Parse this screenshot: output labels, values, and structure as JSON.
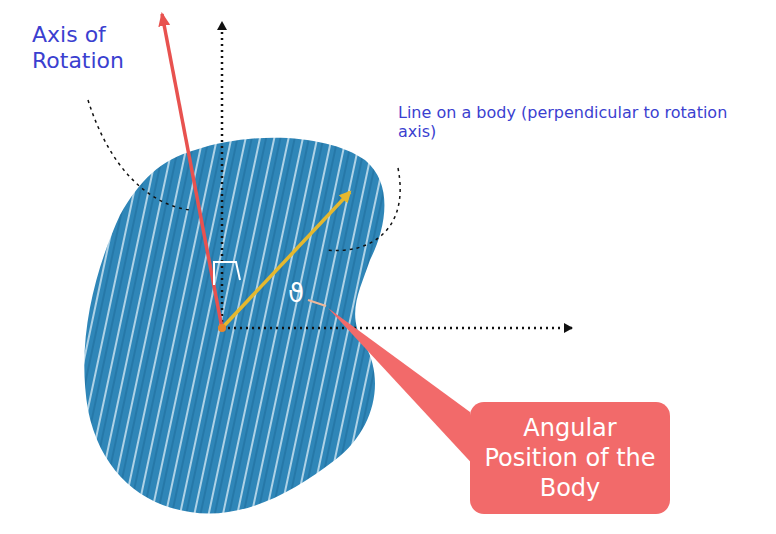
{
  "diagram": {
    "nodes": [
      {
        "text": [
          "Angular Position of the Body"
        ]
      }
    ],
    "labels": [
      "Axis of Rotation",
      "Line on a body (perpendicular to rotation axis)",
      "ϑ"
    ]
  }
}
